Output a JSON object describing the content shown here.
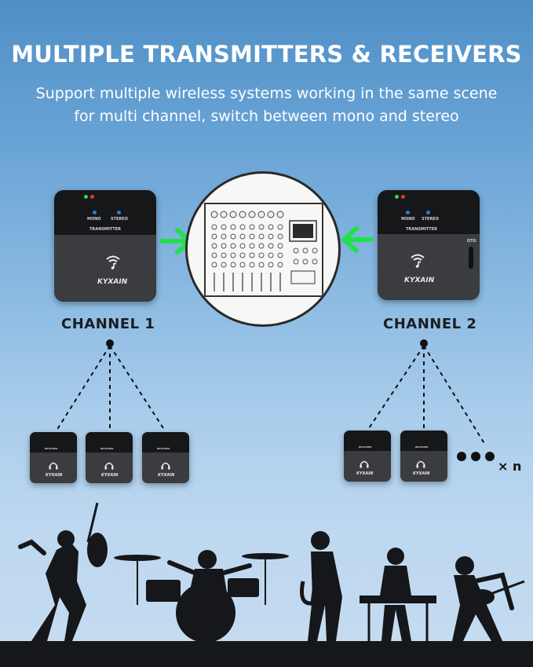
{
  "header": {
    "title": "MULTIPLE TRANSMITTERS & RECEIVERS",
    "subtitle_line1": "Support multiple wireless systems working in the same scene",
    "subtitle_line2": "for multi channel, switch between mono and stereo"
  },
  "transmitters": {
    "screen_mono": "MONO",
    "screen_stereo": "STEREO",
    "screen_label": "TRANSMITTER",
    "brand": "KYXAIN",
    "right_port_label": "OTG"
  },
  "receivers": {
    "screen_label": "RECEIVER",
    "brand": "KYXAIN"
  },
  "channels": {
    "left": "CHANNEL 1",
    "right": "CHANNEL 2"
  },
  "more_indicator": "× n",
  "colors": {
    "arrow": "#22e04a",
    "device_body": "#3a3c3f",
    "device_screen": "#161718",
    "silhouette": "#15171a"
  },
  "icons": {
    "signal": "wifi-music-icon",
    "headphone": "headphone-icon"
  }
}
